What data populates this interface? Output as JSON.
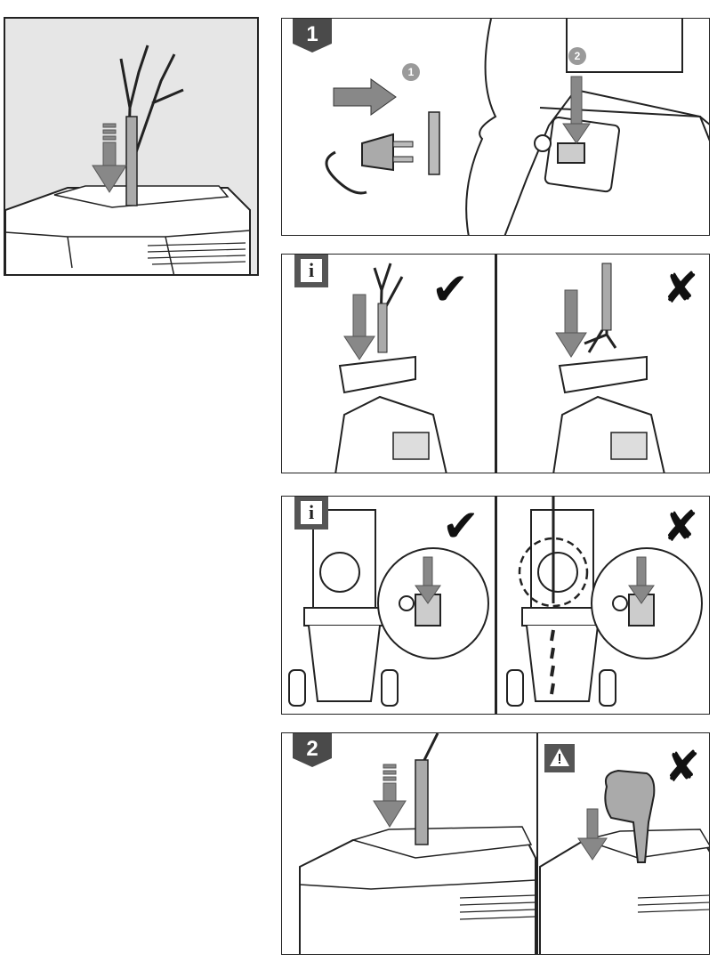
{
  "step_badges": {
    "step1": "1",
    "step2": "2"
  },
  "callouts": {
    "unplug": "1",
    "switch": "2"
  },
  "info_badges": {
    "row2": "i",
    "row3": "i"
  },
  "marks": {
    "correct": "✔",
    "wrong": "✘"
  },
  "icons": [
    "arrow-down-icon",
    "plug-icon",
    "info-icon",
    "check-icon",
    "cross-icon",
    "warning-icon",
    "hand-icon"
  ],
  "colors": {
    "badge": "#4a4a4a",
    "callout": "#9a9a9a",
    "arrow": "#8a8a8a",
    "panel_bg_gray": "#e8e8e8"
  }
}
